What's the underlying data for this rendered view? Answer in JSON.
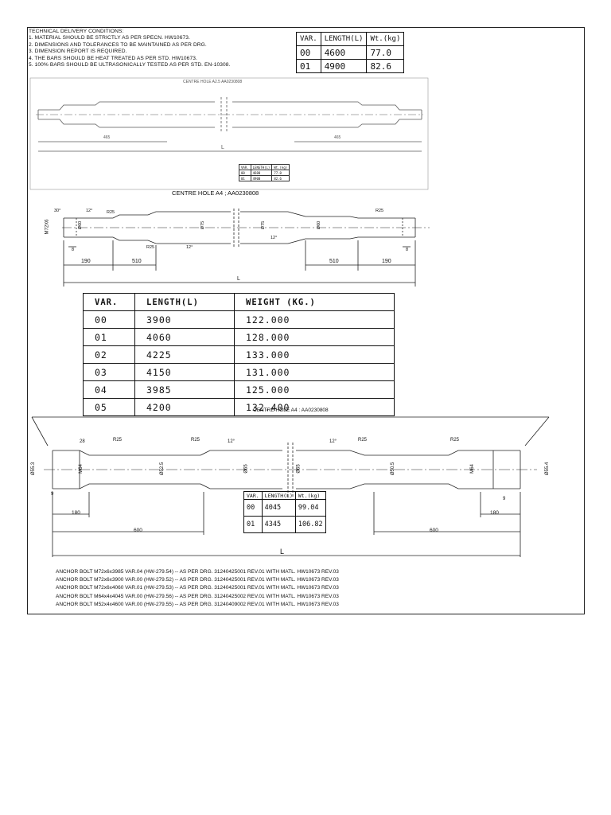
{
  "technical_conditions": {
    "heading": "TECHNICAL DELIVERY CONDITIONS:",
    "items": [
      "1. MATERIAL SHOULD BE STRICTLY AS PER SPECN. HW10673.",
      "2. DIMENSIONS AND TOLERANCES TO BE MAINTAINED AS PER DRG.",
      "3. DIMENSION REPORT IS REQUIRED.",
      "4. THE BARS SHOULD BE HEAT TREATED AS PER STD. HW10673.",
      "5. 100% BARS SHOULD BE ULTRASONICALLY TESTED AS PER STD. EN-10308."
    ]
  },
  "table1": {
    "headers": [
      "VAR.",
      "LENGTH(L)",
      "Wt.(kg)"
    ],
    "rows": [
      [
        "00",
        "4600",
        "77.0"
      ],
      [
        "01",
        "4900",
        "82.6"
      ]
    ]
  },
  "drawing1": {
    "title": "CENTRE HOLE A2.5 AA0230808",
    "dims": [
      "465",
      "465",
      "L"
    ]
  },
  "drawing2": {
    "title": "CENTRE HOLE A4 ; AA0230808",
    "dims": [
      "190",
      "510",
      "510",
      "190",
      "L",
      "M72X6",
      "Ø60",
      "Ø75",
      "Ø75",
      "Ø60",
      "R25",
      "R25",
      "R25",
      "30°",
      "12°",
      "12°",
      "12°",
      "8",
      "8"
    ]
  },
  "table2": {
    "headers": [
      "VAR.",
      "LENGTH(L)",
      "WEIGHT (KG.)"
    ],
    "rows": [
      [
        "00",
        "3900",
        "122.000"
      ],
      [
        "01",
        "4060",
        "128.000"
      ],
      [
        "02",
        "4225",
        "133.000"
      ],
      [
        "03",
        "4150",
        "131.000"
      ],
      [
        "04",
        "3985",
        "125.000"
      ],
      [
        "05",
        "4200",
        "132.400"
      ]
    ]
  },
  "drawing3": {
    "title": "CENTRE HOLE A4 : AA0230808",
    "dims": [
      "Ø55.3",
      "M64",
      "Ø52.5",
      "Ø65",
      "Ø65",
      "Ø50.5",
      "M64",
      "Ø55.4",
      "R25",
      "R25",
      "R25",
      "R25",
      "12°",
      "12°",
      "28",
      "9",
      "9",
      "180",
      "180",
      "600",
      "600",
      "L"
    ]
  },
  "table3": {
    "headers": [
      "VAR.",
      "LENGTH(L)",
      "Wt.(kg)"
    ],
    "rows": [
      [
        "00",
        "4045",
        "99.04"
      ],
      [
        "01",
        "4345",
        "106.82"
      ]
    ]
  },
  "anchor_bolts": [
    "ANCHOR BOLT M72x6x3985 VAR.04 (HW-279.54) -- AS PER DRG. 31240425001 REV.01  WITH MATL. HW10673 REV.03",
    "ANCHOR BOLT M72x6x3900 VAR.00 (HW-279.52) -- AS PER DRG. 31240425001 REV.01  WITH MATL. HW10673 REV.03",
    "ANCHOR BOLT M72x6x4060 VAR.01 (HW-279.53) -- AS PER DRG. 31240425001 REV.01  WITH MATL. HW10673 REV.03",
    "ANCHOR BOLT M64x4x4045 VAR.00 (HW-279.56) -- AS PER DRG. 31240425002 REV.01  WITH MATL. HW10673 REV.03",
    "ANCHOR BOLT M52x4x4600 VAR.00 (HW-279.55) -- AS PER DRG. 31240409002 REV.01  WITH MATL. HW10673 REV.03"
  ]
}
